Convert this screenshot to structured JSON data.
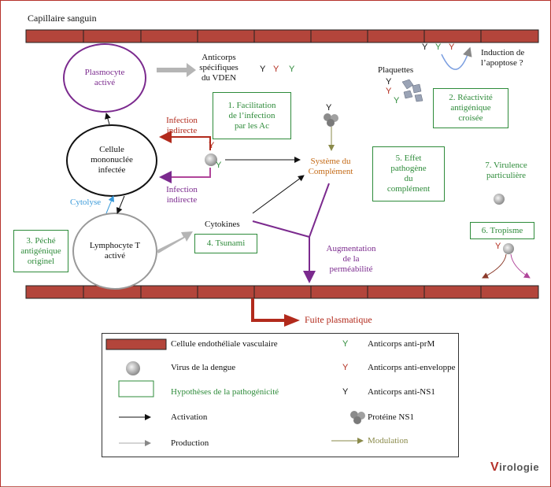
{
  "top_label": "Capillaire sanguin",
  "nodes": {
    "plasmocyte": "Plasmocyte\nactivé",
    "cellule": "Cellule\nmononuclée\ninfectée",
    "lymphocyte": "Lymphocyte T\nactivé"
  },
  "labels": {
    "anticorps": "Anticorps\nspécifiques\ndu VDEN",
    "plaquettes": "Plaquettes",
    "induction": "Induction de\nl’apoptose ?",
    "infection_indirecte_1": "Infection\nindirecte",
    "infection_indirecte_2": "Infection\nindirecte",
    "cytolyse": "Cytolyse",
    "cytokines": "Cytokines",
    "complement": "Système du\nComplément",
    "permeabilite": "Augmentation\nde la\nperméabilité",
    "fuite": "Fuite plasmatique"
  },
  "hypotheses": [
    {
      "id": "h1",
      "text": "1. Facilitation\nde l’infection\npar les Ac"
    },
    {
      "id": "h2",
      "text": "2. Réactivité\nantigénique\ncroisée"
    },
    {
      "id": "h3",
      "text": "3. Péché\nantigénique\noriginel"
    },
    {
      "id": "h4",
      "text": "4. Tsunami"
    },
    {
      "id": "h5",
      "text": "5. Effet\npathogène\ndu\ncomplément"
    },
    {
      "id": "h6",
      "text": "6. Tropisme"
    },
    {
      "id": "h7",
      "text": "7. Virulence\nparticulière"
    }
  ],
  "legend": {
    "cellule": "Cellule endothéliale vasculaire",
    "virus": "Virus de la dengue",
    "hypotheses": "Hypothèses de la pathogénicité",
    "activation": "Activation",
    "production": "Production",
    "anti_prm": "Anticorps anti-prM",
    "anti_env": "Anticorps anti-enveloppe",
    "anti_ns1": "Anticorps anti-NS1",
    "ns1": "Protéine NS1",
    "modulation": "Modulation"
  },
  "antibody_glyph": "Y",
  "logo": {
    "initial": "V",
    "rest": "irologie"
  },
  "colors": {
    "vessel": "#b3453b",
    "green": "#2e8b3a",
    "purple": "#7b2a8e",
    "red": "#b22a1c",
    "blue": "#3a9ad9",
    "orange": "#c46a16",
    "gray_arrow": "#aaaaaa"
  }
}
